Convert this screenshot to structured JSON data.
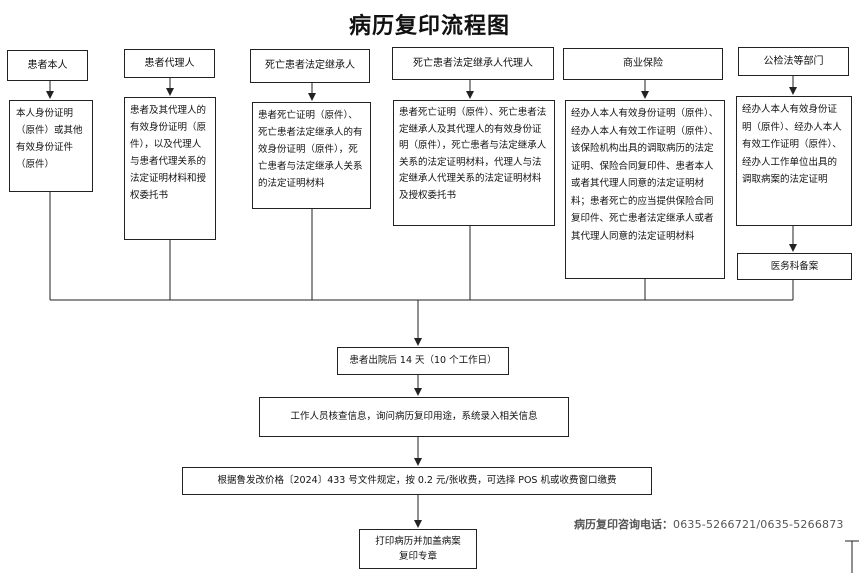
{
  "title": "病历复印流程图",
  "applicants": [
    {
      "header": "患者本人",
      "detail": "本人身份证明（原件）或其他有效身份证件（原件）"
    },
    {
      "header": "患者代理人",
      "detail": "患者及其代理人的有效身份证明（原件），以及代理人与患者代理关系的法定证明材料和授权委托书"
    },
    {
      "header": "死亡患者法定继承人",
      "detail": "患者死亡证明（原件）、死亡患者法定继承人的有效身份证明（原件），死亡患者与法定继承人关系的法定证明材料"
    },
    {
      "header": "死亡患者法定继承人代理人",
      "detail": "患者死亡证明（原件）、死亡患者法定继承人及其代理人的有效身份证明（原件），死亡患者与法定继承人关系的法定证明材料，代理人与法定继承人代理关系的法定证明材料及授权委托书"
    },
    {
      "header": "商业保险",
      "detail": "经办人本人有效身份证明（原件）、经办人本人有效工作证明（原件）、该保险机构出具的调取病历的法定证明、保险合同复印件、患者本人或者其代理人同意的法定证明材料；患者死亡的应当提供保险合同复印件、死亡患者法定继承人或者其代理人同意的法定证明材料"
    },
    {
      "header": "公检法等部门",
      "detail": "经办人本人有效身份证明（原件）、经办人本人有效工作证明（原件）、经办人工作单位出具的调取病案的法定证明"
    }
  ],
  "filing_box": "医务科备案",
  "steps": [
    "患者出院后 14 天（10 个工作日）",
    "工作人员核查信息，询问病历复印用途，系统录入相关信息",
    "根据鲁发改价格〔2024〕433 号文件规定，按 0.2 元/张收费，可选择 POS 机或收费窗口缴费",
    "打印病历并加盖病案复印专章"
  ],
  "hotline_label": "病历复印咨询电话：",
  "hotline_numbers": "0635-5266721/0635-5266873"
}
